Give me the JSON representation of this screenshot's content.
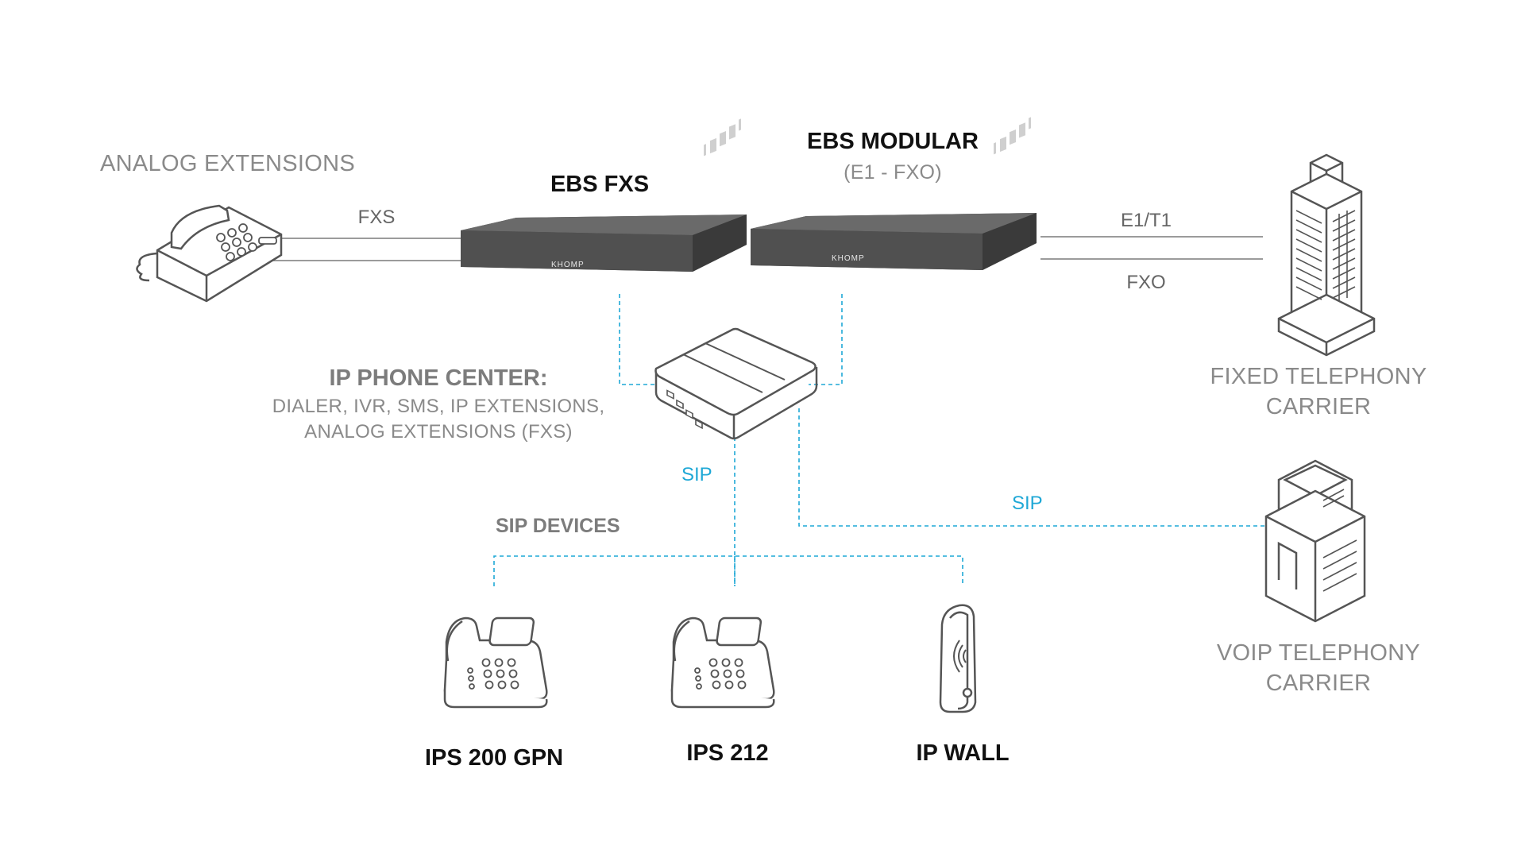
{
  "nodes": {
    "analog_extensions": {
      "label": "ANALOG EXTENSIONS",
      "icon": "analog-phone-icon"
    },
    "ebs_fxs": {
      "label": "EBS FXS",
      "brand": "KHOMP",
      "icon": "gateway-device-icon"
    },
    "ebs_modular": {
      "label": "EBS MODULAR",
      "sublabel": "(E1 - FXO)",
      "brand": "KHOMP",
      "icon": "gateway-device-icon"
    },
    "fixed_carrier": {
      "line1": "FIXED TELEPHONY",
      "line2": "CARRIER",
      "icon": "tall-building-icon"
    },
    "ip_phone_center": {
      "title": "IP PHONE CENTER:",
      "line1": "DIALER, IVR, SMS, IP EXTENSIONS,",
      "line2": "ANALOG EXTENSIONS (FXS)",
      "icon": "router-box-icon"
    },
    "voip_carrier": {
      "line1": "VOIP TELEPHONY",
      "line2": "CARRIER",
      "icon": "office-building-icon"
    },
    "sip_devices": {
      "label": "SIP DEVICES"
    },
    "ips200gpn": {
      "label": "IPS 200 GPN",
      "icon": "ip-desk-phone-icon"
    },
    "ips212": {
      "label": "IPS 212",
      "icon": "ip-desk-phone-icon"
    },
    "ipwall": {
      "label": "IP WALL",
      "icon": "wall-phone-icon"
    }
  },
  "links": {
    "fxs": "FXS",
    "e1t1": "E1/T1",
    "fxo": "FXO",
    "sip_down": "SIP",
    "sip_right": "SIP"
  },
  "colors": {
    "device": "#4a4a4a",
    "line": "#7a7a7a",
    "sip": "#1fa8d6",
    "text_light": "#8a8a8a",
    "text_dark": "#111111"
  }
}
